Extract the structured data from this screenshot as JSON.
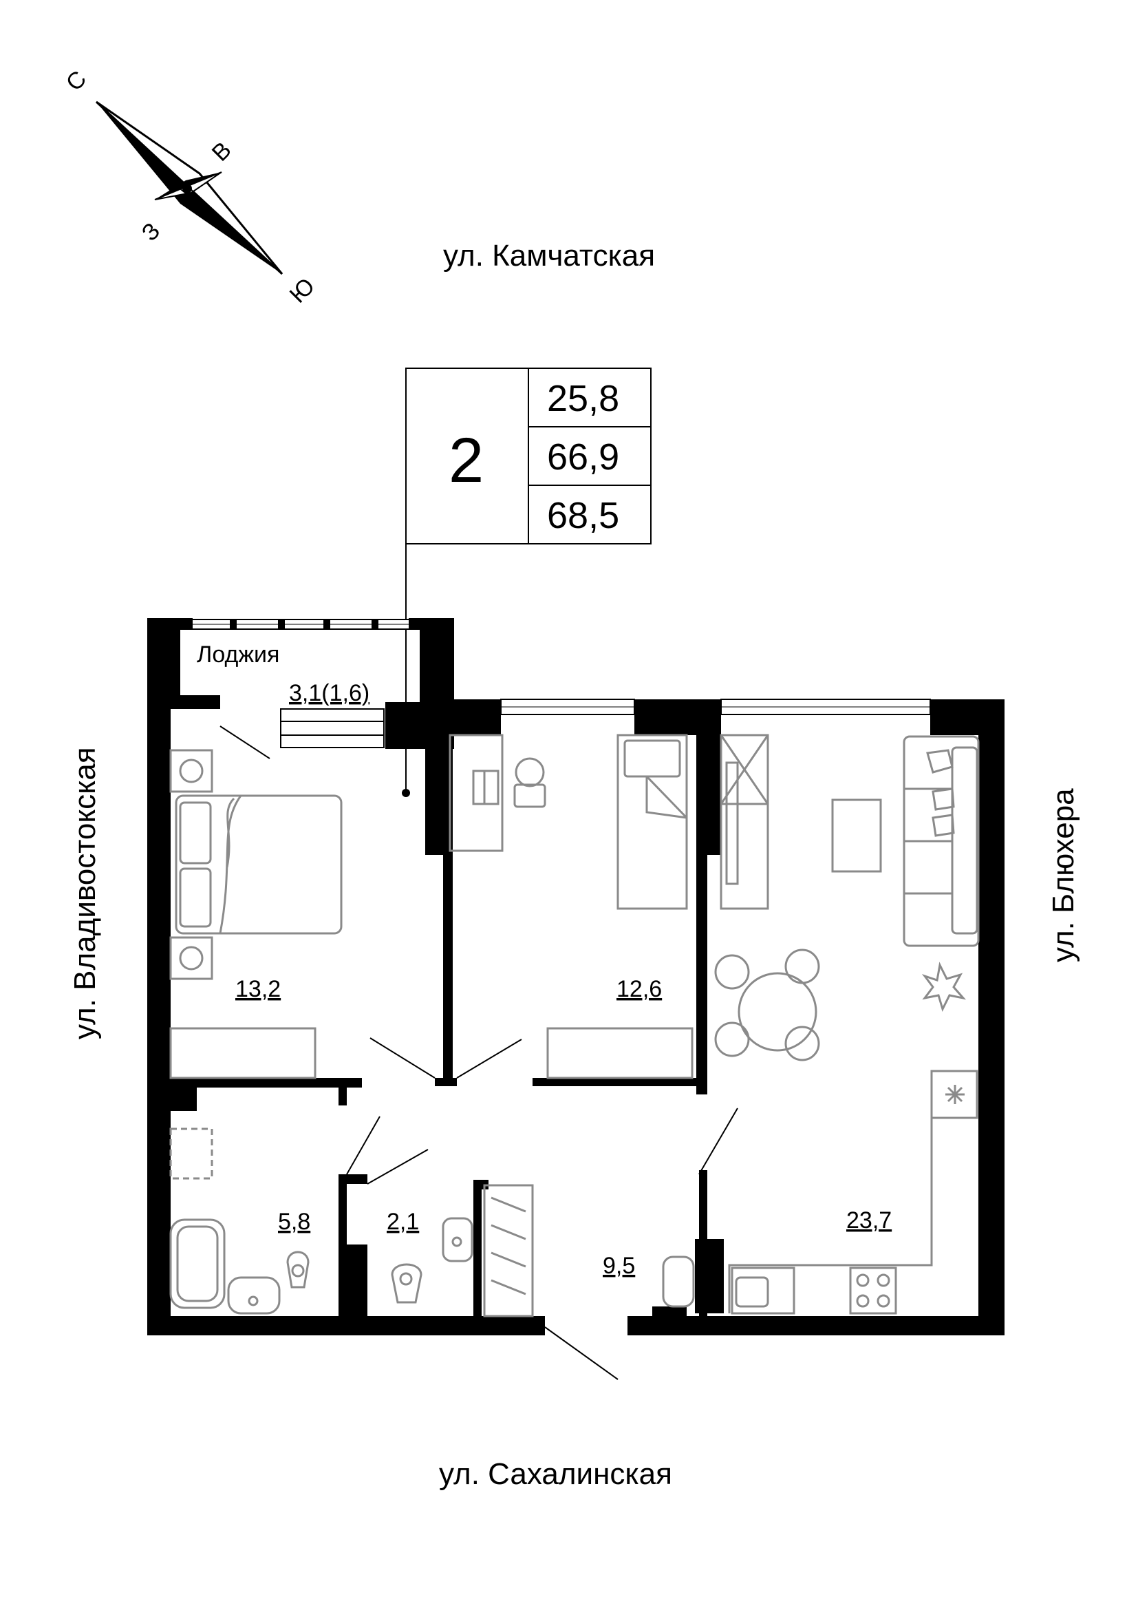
{
  "compass": {
    "north": "С",
    "east": "В",
    "west": "З",
    "south": "Ю"
  },
  "streets": {
    "top": "ул. Камчатская",
    "bottom": "ул. Сахалинская",
    "left": "ул. Владивостокская",
    "right": "ул. Блюхера"
  },
  "summary": {
    "rooms": "2",
    "living_area": "25,8",
    "total_area": "66,9",
    "total_with_loggia": "68,5"
  },
  "rooms": {
    "loggia_name": "Лоджия",
    "loggia_area": "3,1(1,6)",
    "bedroom": "13,2",
    "room2": "12,6",
    "kitchen_living": "23,7",
    "bathroom": "5,8",
    "wc": "2,1",
    "hall": "9,5"
  }
}
